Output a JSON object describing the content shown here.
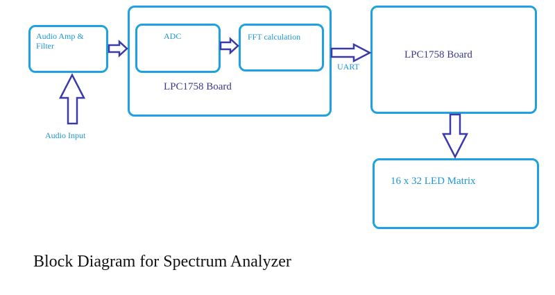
{
  "diagram": {
    "title": "Block Diagram for Spectrum Analyzer",
    "blocks": {
      "audio_amp": "Audio Amp &\nFilter",
      "adc": "ADC",
      "fft": "FFT calculation",
      "main_board": "LPC1758 Board",
      "second_board": "LPC1758 Board",
      "led_matrix": "16 x 32 LED Matrix"
    },
    "labels": {
      "uart": "UART",
      "audio_input": "Audio Input"
    },
    "colors": {
      "box_border": "#1da1e0",
      "arrow": "#3a3aa8",
      "text_cyan": "#1e96d4",
      "text_navy": "#3a3a8c"
    }
  }
}
